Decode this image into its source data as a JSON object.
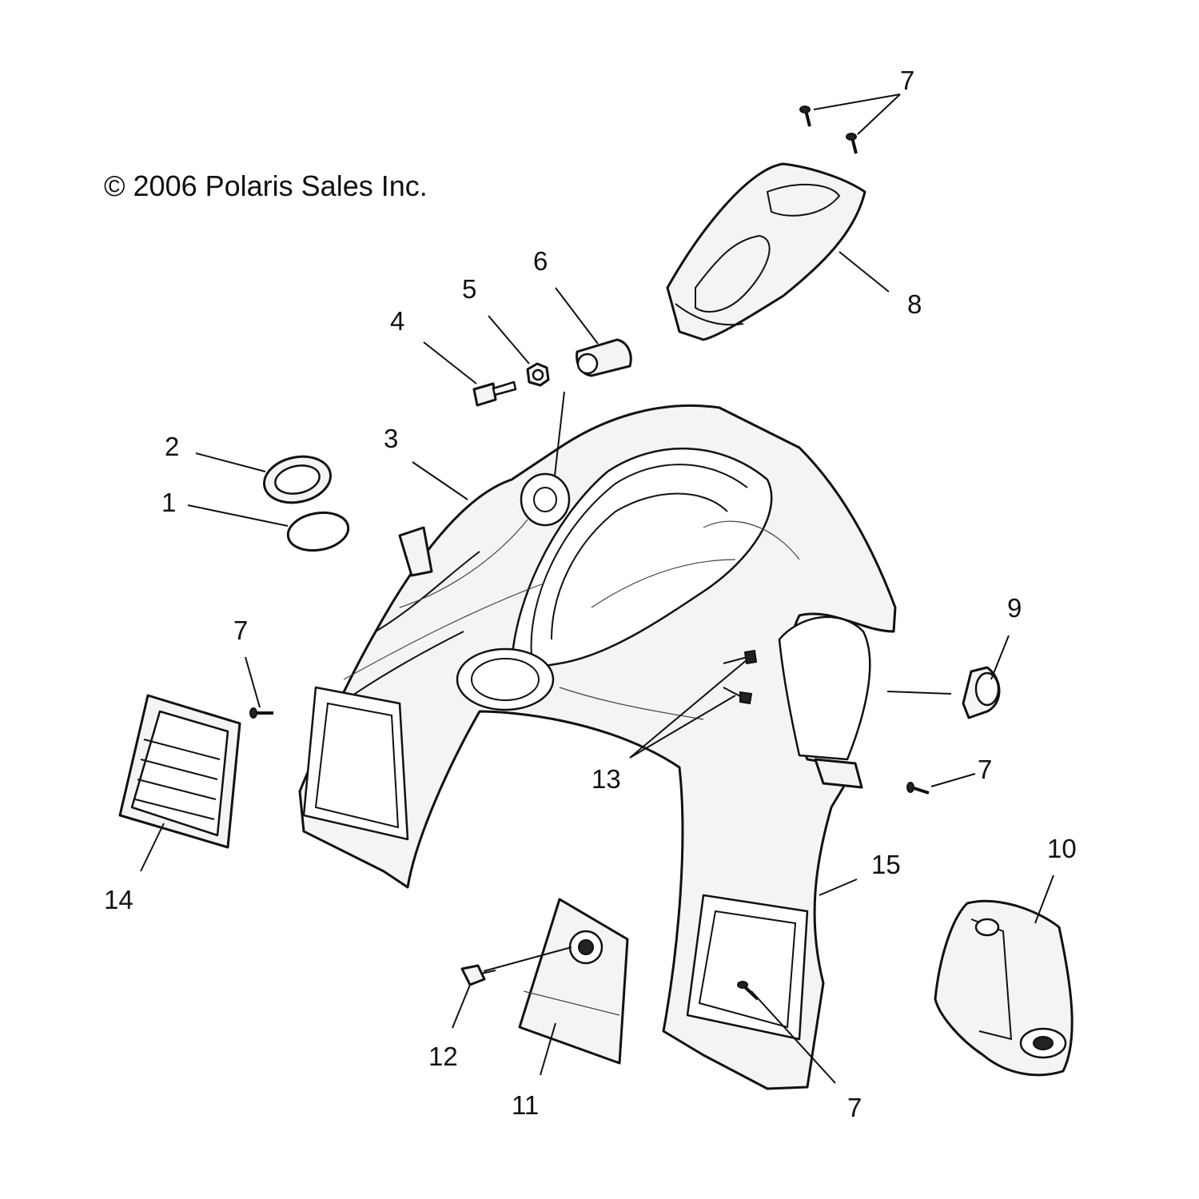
{
  "copyright": "© 2006 Polaris Sales Inc.",
  "callouts": {
    "c1": "1",
    "c2": "2",
    "c3": "3",
    "c4": "4",
    "c5": "5",
    "c6": "6",
    "c7a": "7",
    "c7b": "7",
    "c7c": "7",
    "c7d": "7",
    "c8": "8",
    "c9": "9",
    "c10": "10",
    "c11": "11",
    "c12": "12",
    "c13": "13",
    "c14": "14",
    "c15": "15"
  }
}
